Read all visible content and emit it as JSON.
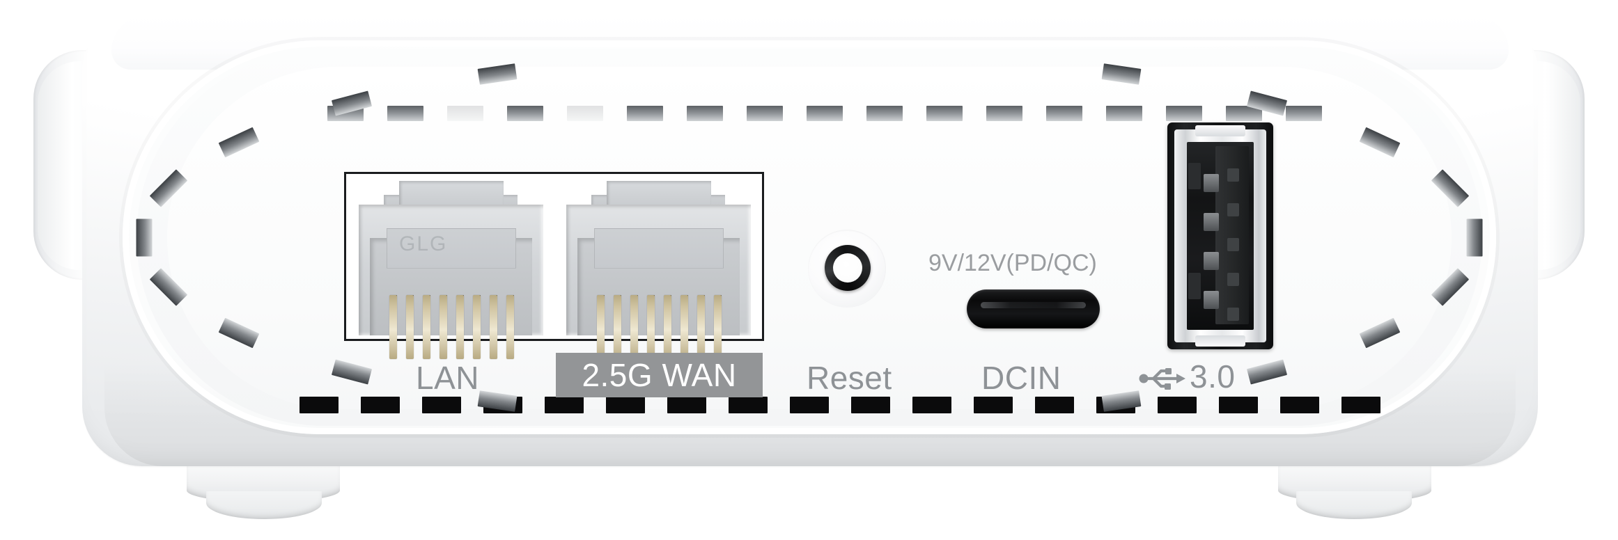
{
  "device": {
    "view": "rear-panel",
    "body_color": "#ffffff",
    "label_color": "#8e9296",
    "badge_color": "#939597",
    "badge_text_color": "#ffffff"
  },
  "ports": [
    {
      "id": "lan",
      "label": "LAN",
      "type": "rj45-ethernet",
      "pin_count": 8,
      "emboss_text": "GLG",
      "highlighted": false
    },
    {
      "id": "wan",
      "label": "2.5G WAN",
      "type": "rj45-ethernet",
      "pin_count": 8,
      "emboss_text": "",
      "highlighted": true
    },
    {
      "id": "reset",
      "label": "Reset",
      "type": "recessed-button",
      "highlighted": false
    },
    {
      "id": "dcin",
      "label": "DCIN",
      "sublabel": "9V/12V(PD/QC)",
      "type": "usb-c-power",
      "highlighted": false
    },
    {
      "id": "usb",
      "label": "3.0",
      "icon": "usb-trident-icon",
      "type": "usb-a",
      "highlighted": false
    }
  ],
  "labels": {
    "lan": "LAN",
    "wan": "2.5G WAN",
    "reset": "Reset",
    "dcin": "DCIN",
    "dcin_spec": "9V/12V(PD/QC)",
    "usb_version": "3.0",
    "rj45_emboss": "GLG"
  }
}
